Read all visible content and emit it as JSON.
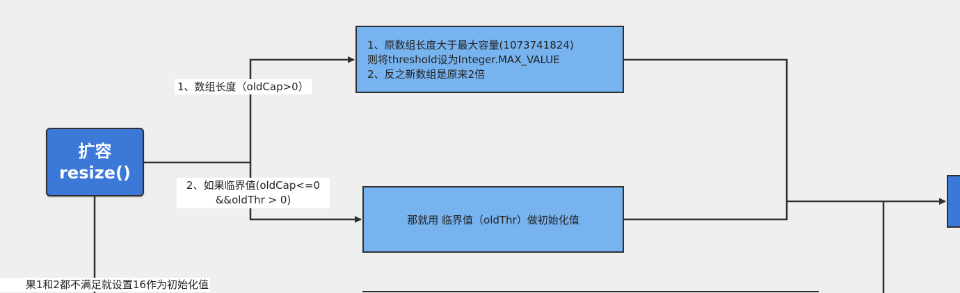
{
  "diagram": {
    "main_node": {
      "line1": "扩容",
      "line2": "resize()"
    },
    "top_node": {
      "lines": [
        "1、原数组长度大于最大容量(1073741824)",
        "则将threshold设为Integer.MAX_VALUE",
        "2、反之新数组是原来2倍"
      ]
    },
    "mid_node": {
      "text": "那就用 临界值（oldThr）做初始化值"
    },
    "edge_labels": {
      "branch_1": "1、数组长度（oldCap>0）",
      "branch_2_line1": "2、如果临界值(oldCap<=0",
      "branch_2_line2": "&&oldThr > 0)",
      "branch_3": "果1和2都不满足就设置16作为初始化值"
    }
  },
  "colors": {
    "background": "#efefef",
    "main_node_fill": "#3c78d8",
    "node_fill": "#77b3ef",
    "stroke": "#2f2f2f",
    "label_bg": "#ffffff"
  }
}
